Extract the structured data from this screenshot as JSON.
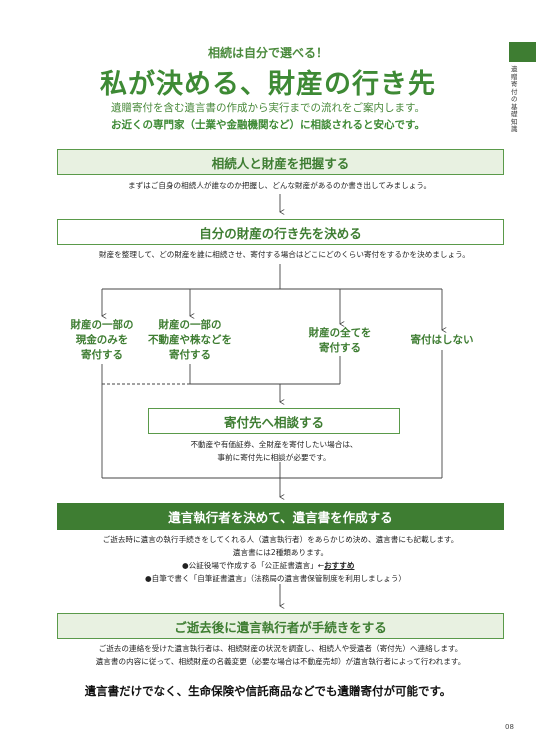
{
  "header": {
    "subtitle": "相続は自分で選べる！",
    "title": "私が決める、財産の行き先",
    "intro_line1": "遺贈寄付を含む遺言書の作成から実行までの流れをご案内します。",
    "intro_line2": "お近くの専門家（士業や金融機関など）に相談されると安心です。"
  },
  "side_tab": {
    "label": "遺贈寄付の基礎知識"
  },
  "steps": {
    "step1": {
      "title": "相続人と財産を把握する",
      "desc": "まずはご自身の相続人が誰なのか把握し、どんな財産があるのか書き出してみましょう。"
    },
    "step2": {
      "title": "自分の財産の行き先を決める",
      "desc": "財産を整理して、どの財産を誰に相続させ、寄付する場合はどこにどのくらい寄付をするかを決めましょう。"
    },
    "options": {
      "opt1": [
        "財産の一部の",
        "現金のみを",
        "寄付する"
      ],
      "opt2": [
        "財産の一部の",
        "不動産や株などを",
        "寄付する"
      ],
      "opt3": [
        "財産の全てを",
        "寄付する"
      ],
      "opt4": [
        "寄付はしない"
      ]
    },
    "consult": {
      "title": "寄付先へ相談する",
      "desc_line1": "不動産や有価証券、全財産を寄付したい場合は、",
      "desc_line2": "事前に寄付先に相談が必要です。"
    },
    "step3": {
      "title": "遺言執行者を決めて、遺言書を作成する",
      "desc_line1": "ご逝去時に遺言の執行手続きをしてくれる人（遺言執行者）をあらかじめ決め、遺言書にも記載します。",
      "desc_line2": "遺言書には2種類あります。",
      "bullet1_text": "●公証役場で作成する「公正証書遺言」←",
      "bullet1_recommend": "おすすめ",
      "bullet2_text": "●自筆で書く「自筆証書遺言」（法務局の遺言書保管制度を利用しましょう）"
    },
    "step4": {
      "title": "ご逝去後に遺言執行者が手続きをする",
      "desc_line1": "ご逝去の連絡を受けた遺言執行者は、相続財産の状況を調査し、相続人や受遺者（寄付先）へ連絡します。",
      "desc_line2": "遺言書の内容に従って、相続財産の名義変更（必要な場合は不動産売却）が遺言執行者によって行われます。"
    }
  },
  "footer": {
    "note": "遺言書だけでなく、生命保険や信託商品などでも遺贈寄付が可能です。",
    "page_number": "08"
  },
  "colors": {
    "accent_green": "#3e7d32",
    "light_green": "#e8f1e1",
    "text_green": "#4a8a3c"
  }
}
